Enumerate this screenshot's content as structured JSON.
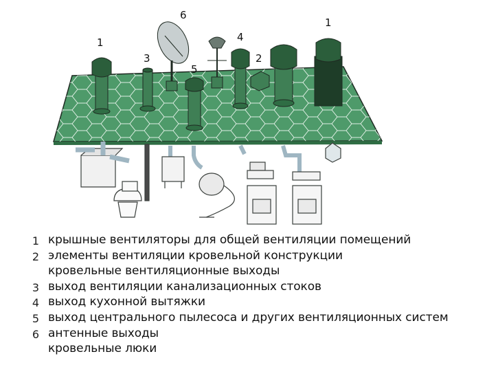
{
  "diagram": {
    "callouts": {
      "c1a": "1",
      "c1b": "1",
      "c2": "2",
      "c3": "3",
      "c4": "4",
      "c5": "5",
      "c6": "6"
    },
    "legend": [
      {
        "num": "1",
        "text": "крышные вентиляторы для общей вентиляции помещений"
      },
      {
        "num": "2",
        "text": "элементы вентиляции кровельной конструкции"
      },
      {
        "num": "",
        "text": "кровельные вентиляционные выходы"
      },
      {
        "num": "3",
        "text": "выход вентиляции канализационных стоков"
      },
      {
        "num": "4",
        "text": "выход кухонной вытяжки"
      },
      {
        "num": "5",
        "text": "выход центрального пылесоса и других вентиляционных систем"
      },
      {
        "num": "6",
        "text": "антенные выходы"
      },
      {
        "num": "",
        "text": "кровельные люки"
      }
    ],
    "colors": {
      "roof": "#4e9a6a",
      "roof_dark": "#2f6d44",
      "pipe": "#3f7f55",
      "cap": "#2b5e3b",
      "line": "#1f2a22"
    }
  }
}
